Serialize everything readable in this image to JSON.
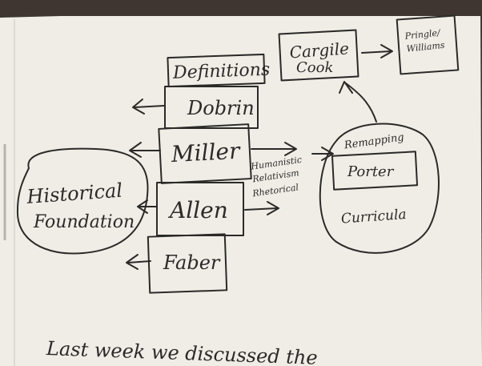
{
  "stack": {
    "definitions": "Definitions",
    "dobrin": "Dobrin",
    "miller": "Miller",
    "allen": "Allen",
    "faber": "Faber"
  },
  "historical": {
    "line1": "Historical",
    "line2": "Foundation"
  },
  "cargile_cook": {
    "line1": "Cargile",
    "line2": "Cook"
  },
  "small_top_right": {
    "line1": "Pringle/",
    "line2": "Williams"
  },
  "middle_label": {
    "line1": "Humanistic",
    "line2": "Relativism",
    "line3": "Rhetorical"
  },
  "curricula_blob": {
    "top": "Remapping",
    "inner": "Porter",
    "bottom": "Curricula"
  },
  "bottom_note": "Last week we discussed the"
}
